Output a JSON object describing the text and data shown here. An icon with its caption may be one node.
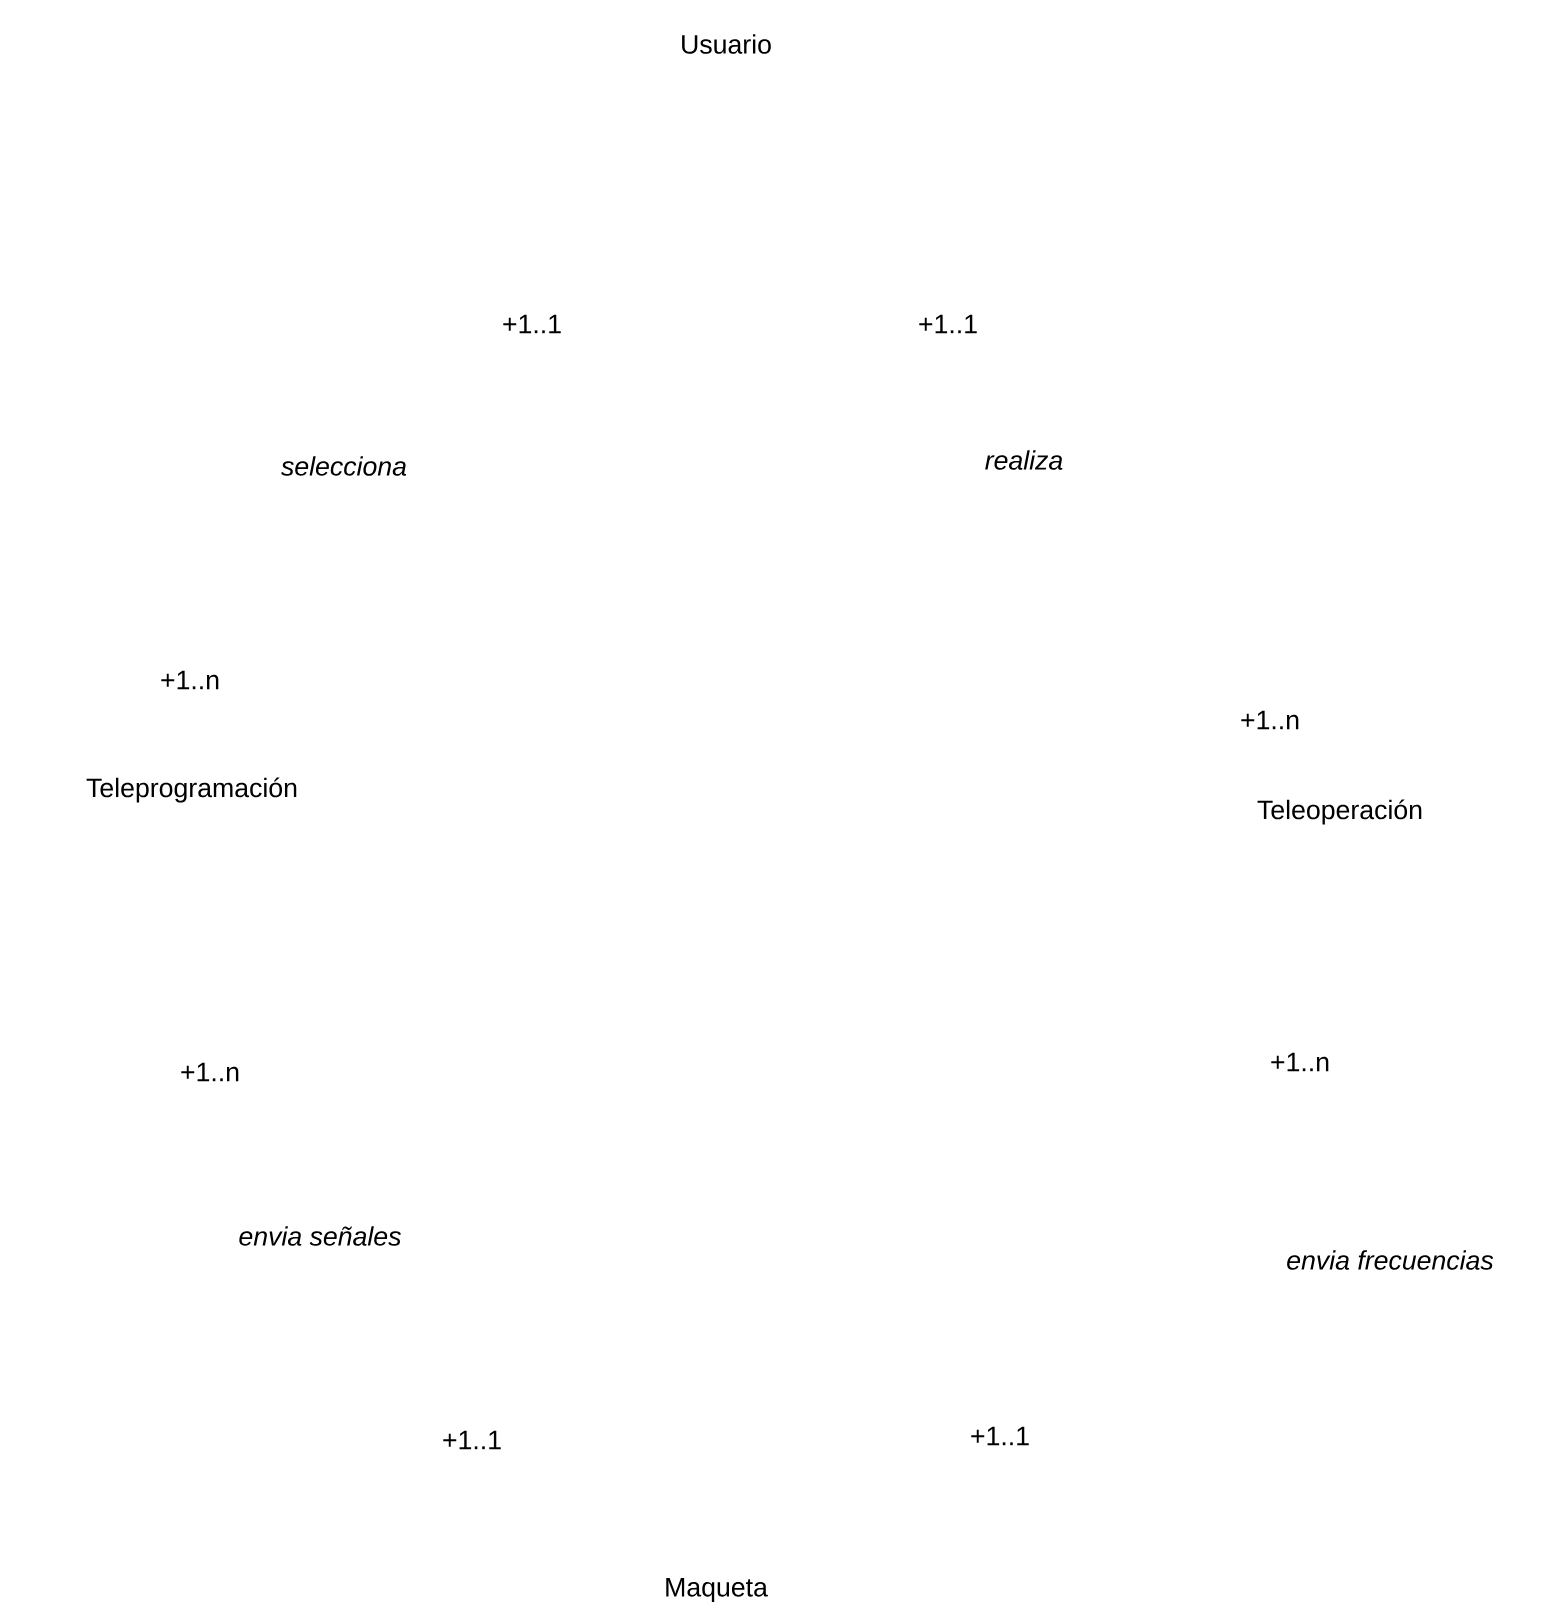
{
  "diagram": {
    "labels": [
      "Usuario",
      "+1..1",
      "+1..1",
      "selecciona",
      "realiza",
      "+1..n",
      "+1..n",
      "Teleprogramación",
      "Teleoperación",
      "+1..n",
      "+1..n",
      "envia señales",
      "envia frecuencias",
      "+1..1",
      "+1..1",
      "Maqueta"
    ]
  }
}
